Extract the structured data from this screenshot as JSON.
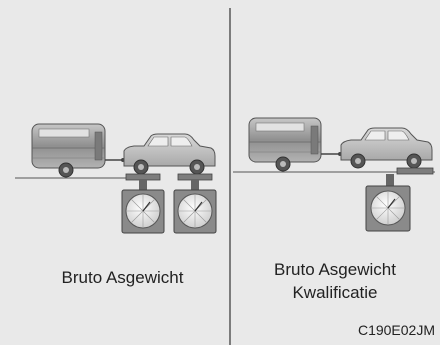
{
  "left_panel": {
    "caption": "Bruto Asgewicht"
  },
  "right_panel": {
    "caption_line1": "Bruto Asgewicht",
    "caption_line2": "Kwalificatie"
  },
  "figure_code": "C190E02JM",
  "colors": {
    "background": "#e9e9e9",
    "trailer": "#9a9a9a",
    "car": "#bdbdbd",
    "scale_body": "#8a8a8a",
    "scale_dial": "#f4f4f4",
    "divider": "#333333"
  }
}
